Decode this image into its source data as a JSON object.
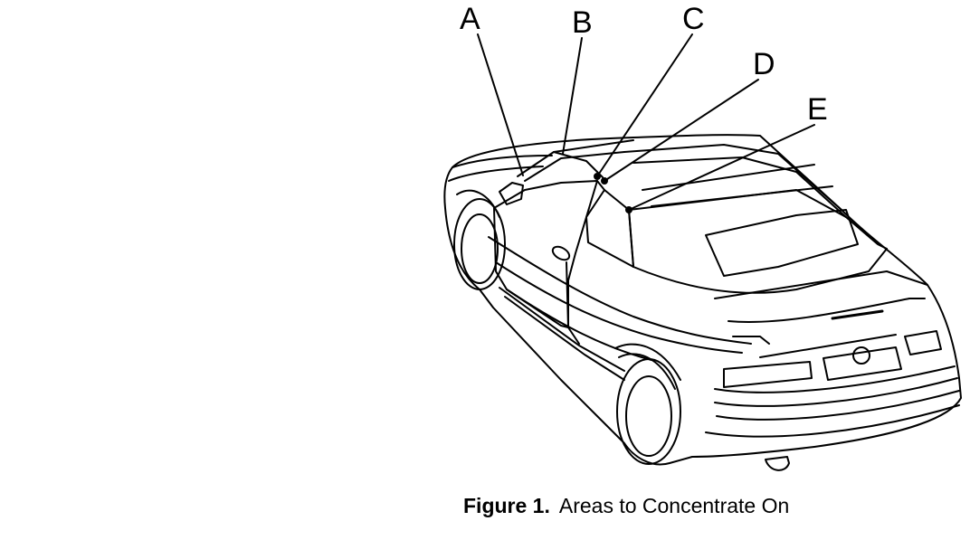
{
  "callouts": {
    "a": "A",
    "b": "B",
    "c": "C",
    "d": "D",
    "e": "E"
  },
  "caption": {
    "number": "Figure 1.",
    "text": "Areas to Concentrate On"
  },
  "colors": {
    "ink": "#000000",
    "background": "#ffffff"
  },
  "icons": {
    "illustration": "convertible-car-rear-three-quarter-line-drawing"
  }
}
